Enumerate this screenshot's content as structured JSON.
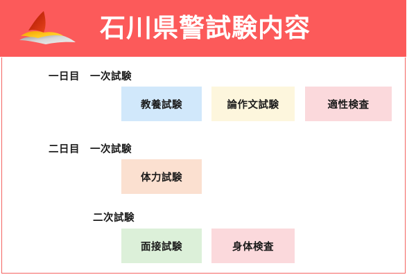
{
  "header": {
    "title": "石川県警試験内容",
    "background_color": "#fc5a5a",
    "title_color": "#ffffff",
    "logo_name": "ishikawa-police-wing-logo"
  },
  "frame": {
    "border_color": "#f4625f",
    "background_color": "#ffffff"
  },
  "sections": [
    {
      "label": "一日目　一次試験",
      "boxes": [
        {
          "label": "教養試験",
          "color": "#d1e8fb"
        },
        {
          "label": "論作文試験",
          "color": "#fdf6dd"
        },
        {
          "label": "適性検査",
          "color": "#fbd9dc"
        }
      ]
    },
    {
      "label": "二日目　一次試験",
      "boxes": [
        {
          "label": "体力試験",
          "color": "#fbe0d0"
        }
      ]
    },
    {
      "label": "二次試験",
      "boxes": [
        {
          "label": "面接試験",
          "color": "#dcf0d9"
        },
        {
          "label": "身体検査",
          "color": "#fbd9dc"
        }
      ]
    }
  ]
}
